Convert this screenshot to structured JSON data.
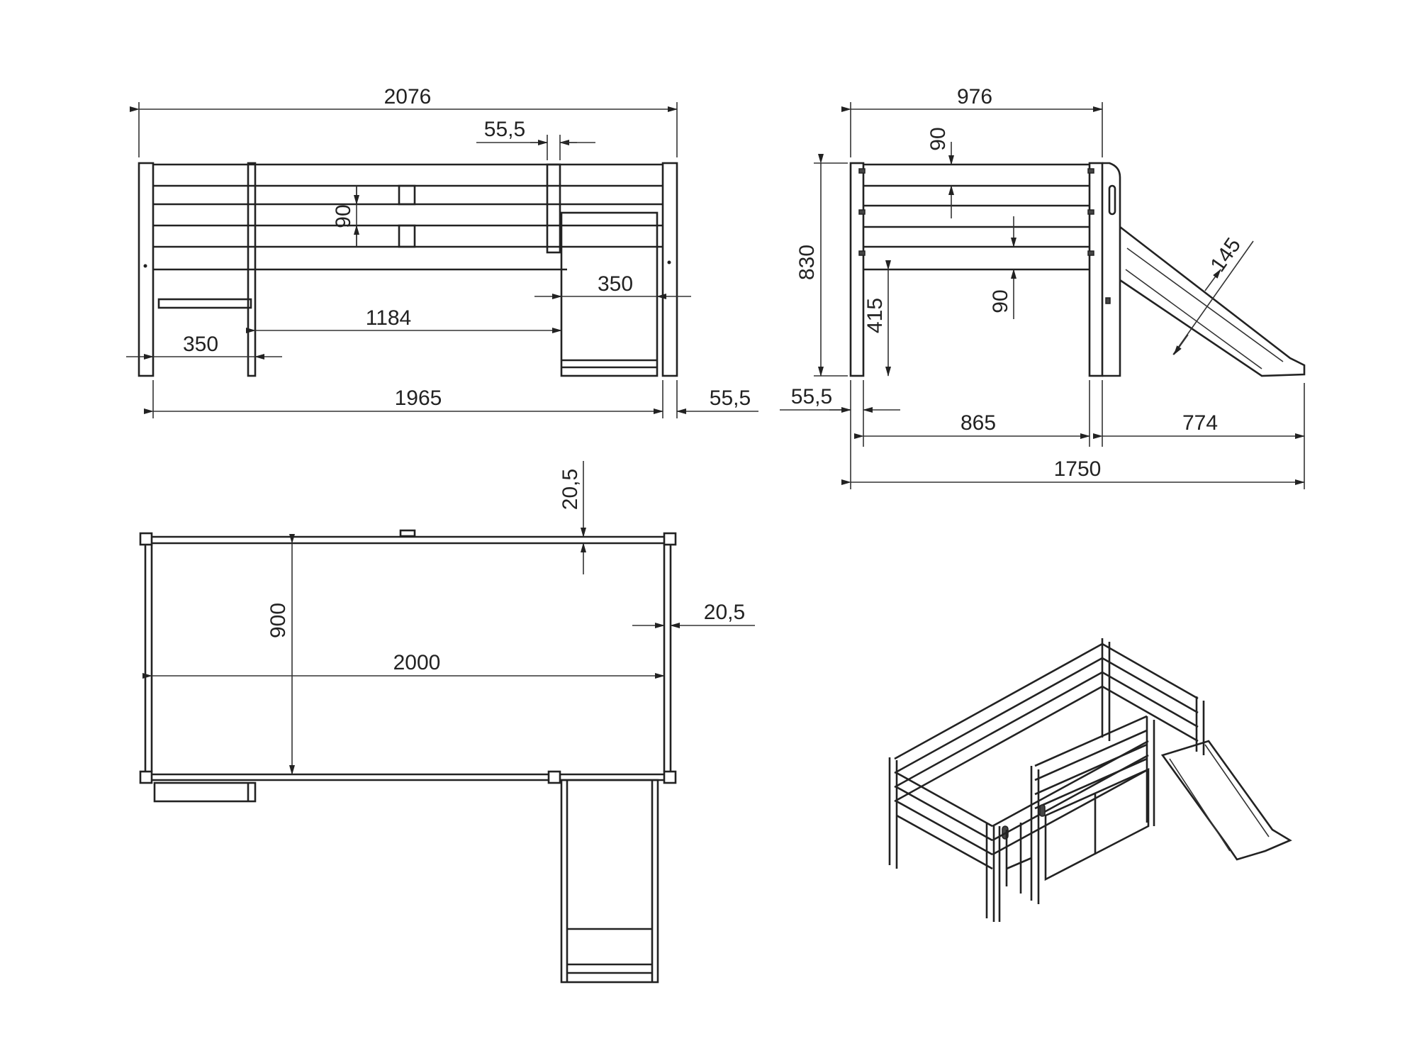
{
  "views": {
    "front": {
      "overall_length": "2076",
      "post_width_top": "55,5",
      "rail_height": "90",
      "slide_width": "350",
      "ladder_gap": "1184",
      "ladder_width": "350",
      "inner_length": "1965",
      "post_width_right": "55,5"
    },
    "side": {
      "overall_width": "976",
      "rail_height_top": "90",
      "overall_height": "830",
      "slide_width": "145",
      "rail_height_lower": "90",
      "under_height": "415",
      "post_width_left": "55,5",
      "inner_width": "865",
      "slide_reach": "774",
      "total_span": "1750"
    },
    "top": {
      "edge_offset_top": "20,5",
      "inner_width": "900",
      "edge_offset_right": "20,5",
      "inner_length": "2000"
    },
    "isometric": {}
  }
}
